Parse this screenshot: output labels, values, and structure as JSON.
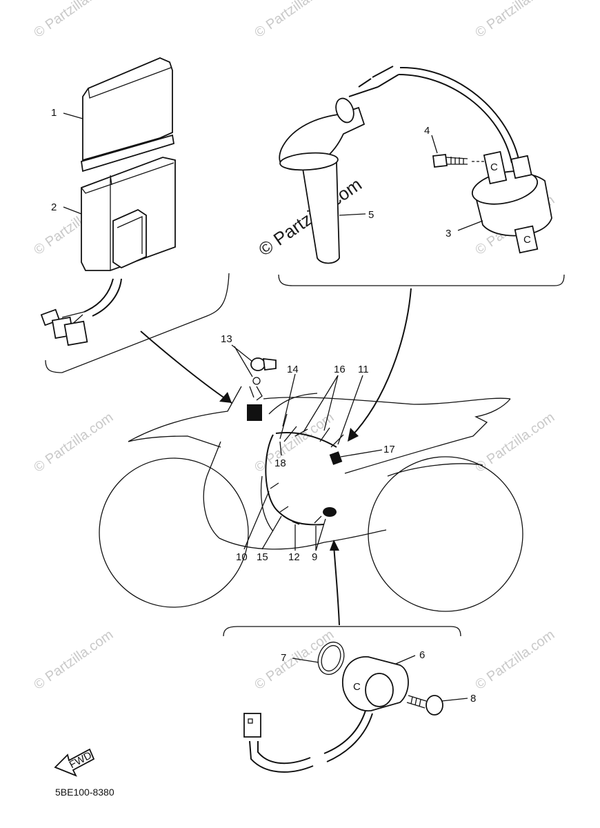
{
  "diagram": {
    "code": "5BE100-8380",
    "fwd_label": "FWD",
    "watermarks": {
      "small": "© Partzilla.com",
      "center": "© Partzilla.com"
    },
    "callouts": {
      "c1": "1",
      "c2": "2",
      "c3": "3",
      "c4": "4",
      "c5": "5",
      "c6": "6",
      "c7": "7",
      "c8": "8",
      "c9": "9",
      "c10": "10",
      "c11": "11",
      "c12": "12",
      "c13": "13",
      "c14": "14",
      "c15": "15",
      "c16": "16",
      "c17": "17",
      "c18": "18"
    },
    "coil_marks": "C"
  }
}
